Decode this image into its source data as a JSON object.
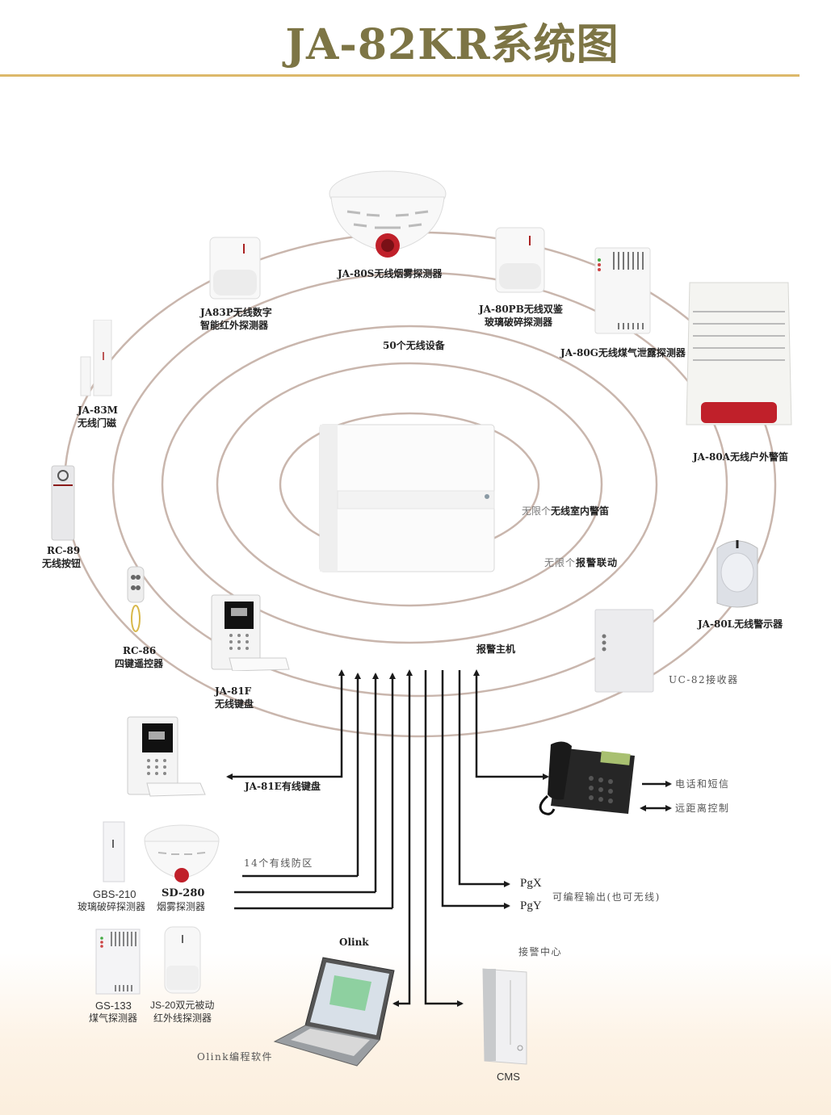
{
  "title": "JA-82KR系统图",
  "colors": {
    "title": "#7d7545",
    "title_rule": "#dcb86a",
    "rings": "#c9b6ad",
    "arrows": "#1a1a1a",
    "siren_lens": "#c0202a"
  },
  "center": {
    "device": "报警主机",
    "ring_labels": {
      "wireless_devices": "50个无线设备",
      "indoor_sirens_prefix": "无限个",
      "indoor_sirens": "无线室内警笛",
      "alarm_links_prefix": "无限个",
      "alarm_links": "报警联动",
      "main_unit": "报警主机"
    }
  },
  "wireless_devices": [
    {
      "id": "ja80s",
      "label": "JA-80S无线烟雾探测器",
      "icon": "smoke-detector-icon"
    },
    {
      "id": "ja83p",
      "label_line1": "JA83P无线数字",
      "label_line2": "智能红外探测器",
      "icon": "pir-detector-icon"
    },
    {
      "id": "ja80pb",
      "label_line1": "JA-80PB无线双鉴",
      "label_line2": "玻璃破碎探测器",
      "icon": "glass-break-detector-icon"
    },
    {
      "id": "ja80g",
      "label": "JA-80G无线煤气泄露探测器",
      "icon": "gas-detector-icon"
    },
    {
      "id": "ja80a",
      "label": "JA-80A无线户外警笛",
      "icon": "outdoor-siren-icon"
    },
    {
      "id": "ja83m",
      "label_line1": "JA-83M",
      "label_line2": "无线门磁",
      "icon": "door-contact-icon"
    },
    {
      "id": "rc89",
      "label_line1": "RC-89",
      "label_line2": "无线按钮",
      "icon": "panic-button-icon"
    },
    {
      "id": "rc86",
      "label_line1": "RC-86",
      "label_line2": "四键遥控器",
      "icon": "keyfob-icon"
    },
    {
      "id": "ja81f",
      "label_line1": "JA-81F",
      "label_line2": "无线键盘",
      "icon": "wireless-keypad-icon"
    },
    {
      "id": "ja80l",
      "label": "JA-80L无线警示器",
      "icon": "indicator-icon"
    },
    {
      "id": "uc82",
      "label": "UC-82接收器",
      "icon": "receiver-icon"
    }
  ],
  "wired": {
    "keypad": {
      "label": "JA-81E有线键盘",
      "icon": "wired-keypad-icon"
    },
    "zones_label": "14个有线防区",
    "detectors": [
      {
        "id": "gbs210",
        "label_line1": "GBS-210",
        "label_line2": "玻璃破碎探测器",
        "icon": "glass-break-detector-icon"
      },
      {
        "id": "sd280",
        "label_line1": "SD-280",
        "label_line2": "烟雾探测器",
        "icon": "smoke-detector-icon"
      },
      {
        "id": "gs133",
        "label_line1": "GS-133",
        "label_line2": "煤气探测器",
        "icon": "gas-detector-icon"
      },
      {
        "id": "js20",
        "label_line1": "JS-20双元被动",
        "label_line2": "红外线探测器",
        "icon": "pir-detector-icon"
      }
    ]
  },
  "outputs": {
    "pgx": "PgX",
    "pgy": "PgY",
    "programmable_label": "可编程输出(也可无线)"
  },
  "phone": {
    "icon": "telephone-icon",
    "items": [
      {
        "arrow": "one-way",
        "label": "电话和短信"
      },
      {
        "arrow": "two-way",
        "label": "远距离控制"
      }
    ]
  },
  "software": {
    "title": "Olink",
    "label": "Olink编程软件",
    "icon": "laptop-icon"
  },
  "cms": {
    "title": "接警中心",
    "label": "CMS",
    "icon": "pc-tower-icon"
  }
}
